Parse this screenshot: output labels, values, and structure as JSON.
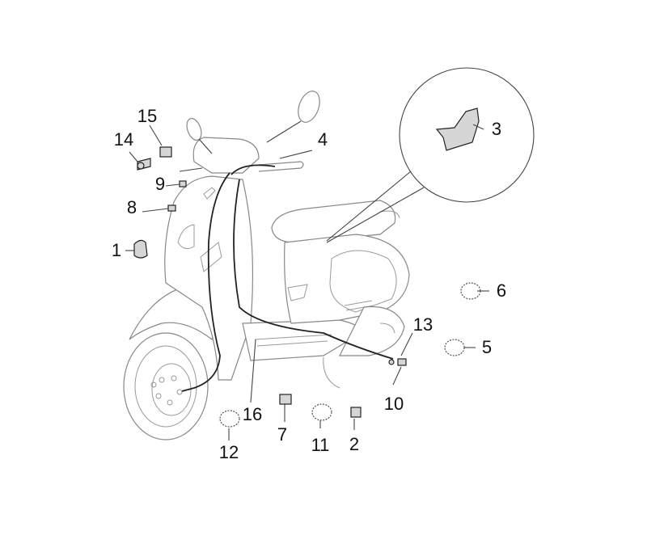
{
  "diagram": {
    "part_numbers": {
      "p1": "1",
      "p2": "2",
      "p3": "3",
      "p4": "4",
      "p5": "5",
      "p6": "6",
      "p7": "7",
      "p8": "8",
      "p9": "9",
      "p10": "10",
      "p11": "11",
      "p12": "12",
      "p13": "13",
      "p14": "14",
      "p15": "15",
      "p16": "16"
    }
  }
}
